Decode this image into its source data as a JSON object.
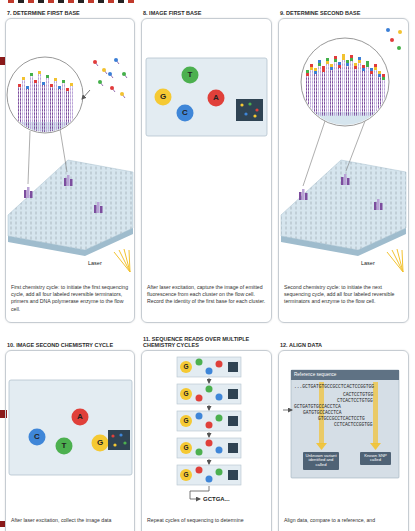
{
  "diagram": {
    "nodes": [
      {
        "text": [
          "7. DETERMINE FIRST BASE",
          "First chemistry cycle: to initiate the first sequencing cycle, add all four labeled reversible terminators, primers and DNA polymerase enzyme to the flow cell."
        ]
      },
      {
        "text": [
          "8. IMAGE FIRST BASE",
          "After laser excitation, capture the image of emitted fluorescence from each cluster on the flow cell. Record the identity of the first base for each cluster."
        ]
      },
      {
        "text": [
          "9. DETERMINE SECOND BASE",
          "Second chemistry cycle: to initiate the next sequencing cycle, add all four labeled reversible terminators and enzyme to the flow cell."
        ]
      },
      {
        "text": [
          "10. IMAGE SECOND CHEMISTRY CYCLE",
          "After laser excitation, collect the image data"
        ]
      },
      {
        "text": [
          "11. SEQUENCE READS OVER MULTIPLE CHEMISTRY CYCLES",
          "Repeat cycles of sequencing to determine"
        ]
      },
      {
        "text": [
          "12. ALIGN DATA",
          "Align data, compare to a reference, and"
        ]
      },
      {
        "text": [
          "Unknown variant identified and called"
        ],
        "in": 5
      },
      {
        "text": [
          "Known SNP called"
        ],
        "in": 5
      }
    ],
    "labels": [
      "Laser",
      "G",
      "T",
      "C",
      "A",
      "Laser",
      "A",
      "C",
      "T",
      "G",
      "G",
      "G",
      "G",
      "G",
      "G",
      "GCTGA...",
      "Reference sequence",
      "...GCTGATGTGCCGCCTCACTCCGGTGG",
      "CACTCCTGTGG",
      "CTCACTCCTGTGG",
      "GCTGATGTGCCACCTCA",
      "GATGTGCCACCTCA",
      "GTGCCGCCTCACTCCTG",
      "CCTCACTCCGGTGG"
    ]
  }
}
